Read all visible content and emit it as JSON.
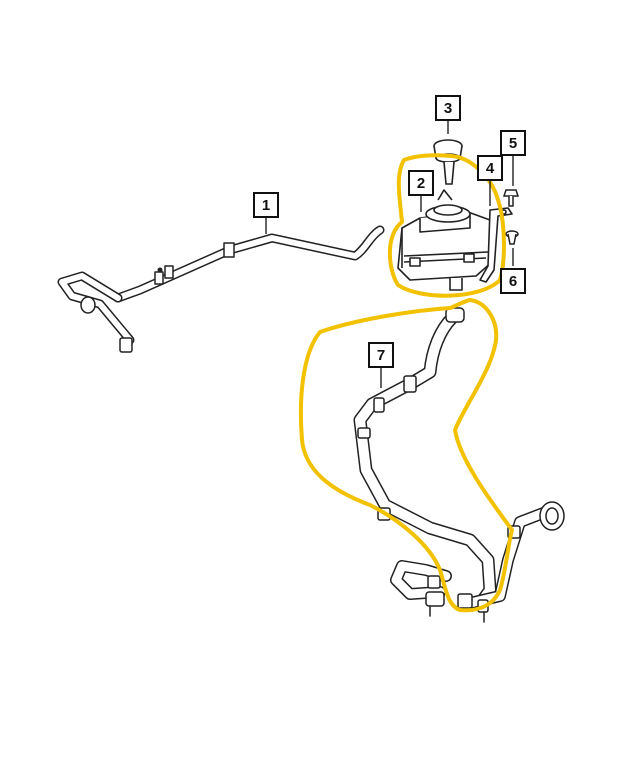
{
  "callouts": [
    {
      "id": "1",
      "label": "1"
    },
    {
      "id": "2",
      "label": "2"
    },
    {
      "id": "3",
      "label": "3"
    },
    {
      "id": "4",
      "label": "4"
    },
    {
      "id": "5",
      "label": "5"
    },
    {
      "id": "6",
      "label": "6"
    },
    {
      "id": "7",
      "label": "7"
    }
  ],
  "colors": {
    "line": "#222222",
    "highlight": "#f2c200",
    "background": "#ffffff"
  },
  "parts": [
    {
      "callout": "1",
      "icon": "bypass-tube-icon"
    },
    {
      "callout": "2",
      "icon": "coolant-reservoir-icon"
    },
    {
      "callout": "3",
      "icon": "reservoir-cap-icon"
    },
    {
      "callout": "4",
      "icon": "bracket-icon"
    },
    {
      "callout": "5",
      "icon": "bolt-icon"
    },
    {
      "callout": "6",
      "icon": "push-pin-icon"
    },
    {
      "callout": "7",
      "icon": "hose-assembly-icon"
    }
  ]
}
